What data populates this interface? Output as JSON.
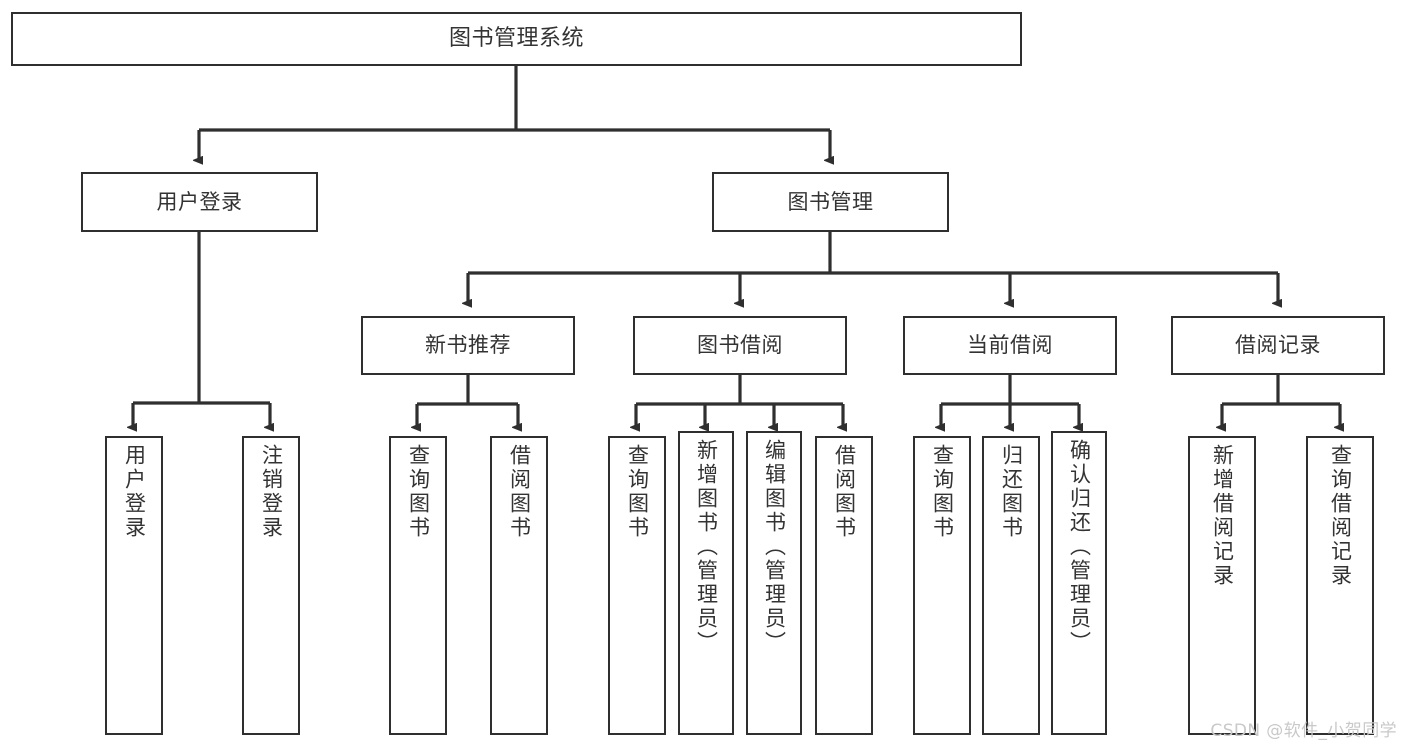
{
  "diagram": {
    "title": "图书管理系统",
    "type": "tree",
    "orientation": "top-down",
    "style": {
      "node_fill": "#ffffff",
      "node_stroke": "#2f2f2f",
      "text_color": "#333333",
      "edge_color": "#2f2f2f",
      "background": "#ffffff",
      "watermark_color": "#c9c9c9"
    },
    "watermark": "CSDN @软件_小贺同学"
  },
  "nodes": {
    "root": {
      "label": "图书管理系统"
    },
    "level2": [
      {
        "id": "user-login",
        "label": "用户登录"
      },
      {
        "id": "book-manage",
        "label": "图书管理"
      }
    ],
    "level3": [
      {
        "id": "new-book-rec",
        "label": "新书推荐"
      },
      {
        "id": "book-borrow",
        "label": "图书借阅"
      },
      {
        "id": "current-borrow",
        "label": "当前借阅"
      },
      {
        "id": "borrow-record",
        "label": "借阅记录"
      }
    ],
    "leaves": {
      "user-login": [
        {
          "id": "leaf-user-login",
          "label": "用户登录"
        },
        {
          "id": "leaf-user-logout",
          "label": "注销登录"
        }
      ],
      "new-book-rec": [
        {
          "id": "leaf-query-book-1",
          "label": "查询图书"
        },
        {
          "id": "leaf-borrow-book-1",
          "label": "借阅图书"
        }
      ],
      "book-borrow": [
        {
          "id": "leaf-query-book-2",
          "label": "查询图书"
        },
        {
          "id": "leaf-add-book",
          "label": "新增图书（管理员）"
        },
        {
          "id": "leaf-edit-book",
          "label": "编辑图书（管理员）"
        },
        {
          "id": "leaf-borrow-book-2",
          "label": "借阅图书"
        }
      ],
      "current-borrow": [
        {
          "id": "leaf-query-book-3",
          "label": "查询图书"
        },
        {
          "id": "leaf-return-book",
          "label": "归还图书"
        },
        {
          "id": "leaf-confirm-return",
          "label": "确认归还（管理员）"
        }
      ],
      "borrow-record": [
        {
          "id": "leaf-add-record",
          "label": "新增借阅记录"
        },
        {
          "id": "leaf-query-record",
          "label": "查询借阅记录"
        }
      ]
    }
  }
}
